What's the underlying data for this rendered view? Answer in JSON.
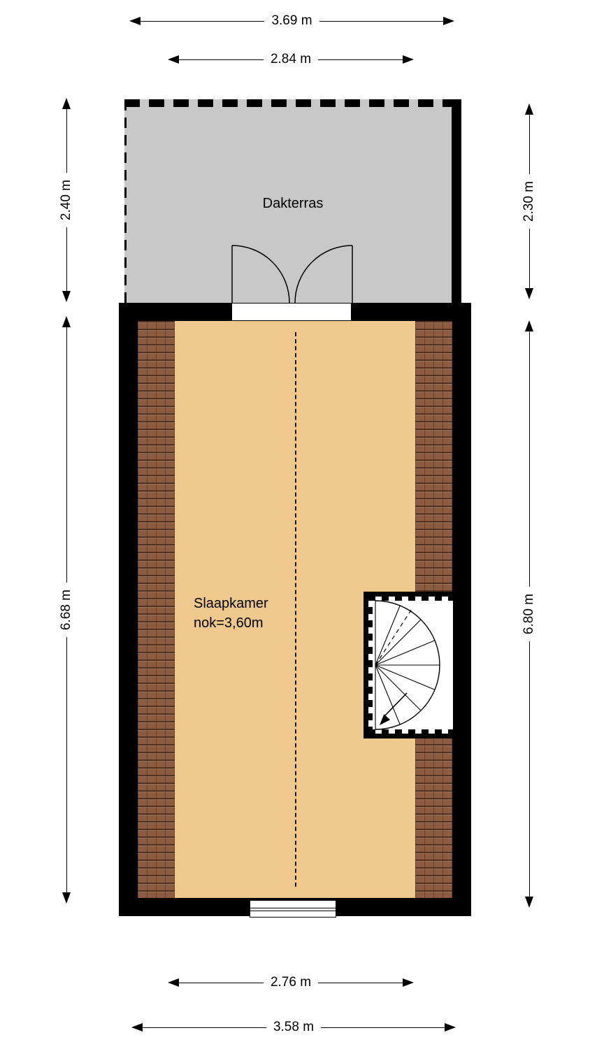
{
  "plan": {
    "rooms": {
      "terrace": {
        "label": "Dakterras"
      },
      "bedroom": {
        "label": "Slaapkamer",
        "ridge": "nok=3,60m"
      }
    },
    "dimensions": {
      "top_outer": "3.69 m",
      "top_inner": "2.84 m",
      "left_upper": "2.40 m",
      "right_upper": "2.30 m",
      "left_lower": "6.68 m",
      "right_lower": "6.80 m",
      "bottom_inner": "2.76 m",
      "bottom_outer": "3.58 m"
    },
    "colors": {
      "terrace_fill": "#c8c8c8",
      "floor_fill": "#eec88c",
      "roof_fill": "#8c5c42",
      "wall": "#000000"
    }
  }
}
